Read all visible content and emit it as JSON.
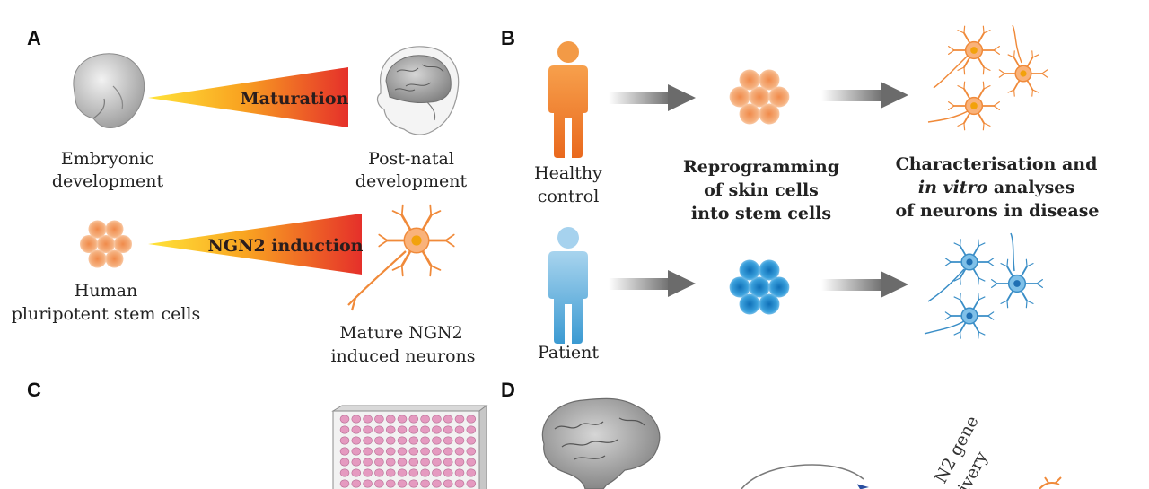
{
  "panels": {
    "a": {
      "letter": "A",
      "embryonic_caption": [
        "Embryonic",
        "development"
      ],
      "postnatal_caption": [
        "Post-natal",
        "development"
      ],
      "maturation_label": "Maturation",
      "ngn2_label": "NGN2 induction",
      "stem_caption": [
        "Human",
        "pluripotent stem cells"
      ],
      "neuron_caption": [
        "Mature NGN2",
        "induced neurons"
      ]
    },
    "b": {
      "letter": "B",
      "healthy_caption": [
        "Healthy",
        "control"
      ],
      "patient_caption": "Patient",
      "reprogramming_caption": [
        "Reprogramming",
        "of skin cells",
        "into stem cells"
      ],
      "characterisation_caption": [
        "Characterisation and",
        "in vitro",
        " analyses",
        "of neurons in disease"
      ]
    },
    "c": {
      "letter": "C"
    },
    "d": {
      "letter": "D",
      "gene_delivery_partial": [
        "N2 gene",
        "ivery"
      ]
    }
  },
  "colors": {
    "orange": "#f08a3a",
    "blue": "#4aa3d6",
    "wedge_light": "#ffe23a",
    "wedge_dark": "#e8332a",
    "plate_well": "#e59ac0"
  }
}
